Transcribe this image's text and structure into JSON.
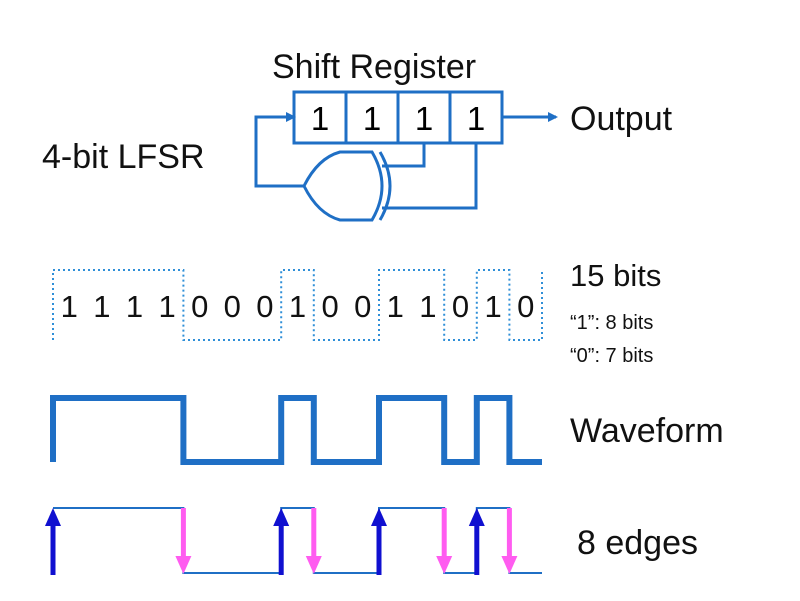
{
  "diagram": {
    "title": "Shift Register",
    "lfsr_label": "4-bit LFSR",
    "register_bits": [
      "1",
      "1",
      "1",
      "1"
    ],
    "output_label": "Output",
    "bit_sequence": [
      "1",
      "1",
      "1",
      "1",
      "0",
      "0",
      "0",
      "1",
      "0",
      "0",
      "1",
      "1",
      "0",
      "1",
      "0"
    ],
    "bits_title": "15 bits",
    "ones_stat": "“1”: 8 bits",
    "zeros_stat": "“0”: 7 bits",
    "waveform_label": "Waveform",
    "edges_label": "8 edges",
    "edge_directions": [
      "up",
      "down",
      "up",
      "down",
      "up",
      "down",
      "up",
      "down"
    ],
    "colors": {
      "accent": "#1f6fc5",
      "rising_edge": "#1010d0",
      "falling_edge": "#ff5cf0",
      "dotted": "#2f8fd8"
    }
  }
}
